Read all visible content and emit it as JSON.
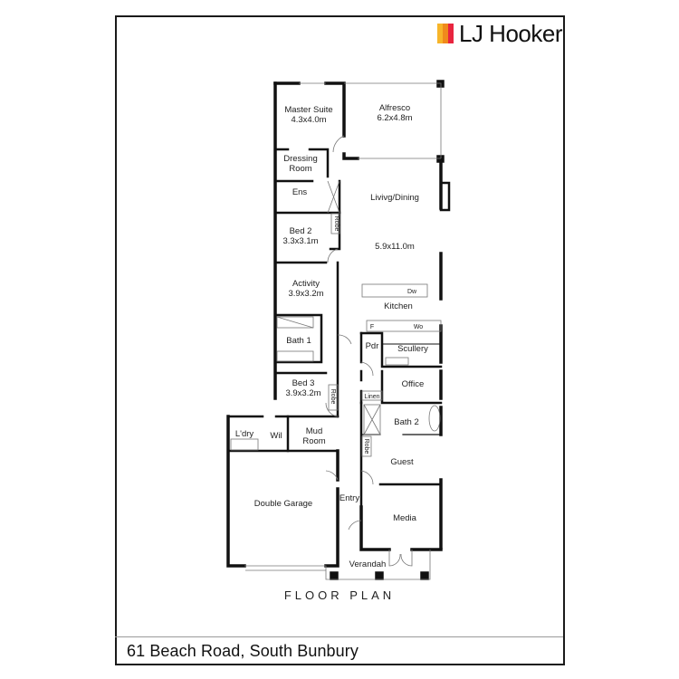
{
  "brand": {
    "name": "LJ Hooker",
    "colors": [
      "#f7b52a",
      "#f08a1c",
      "#e8253f"
    ]
  },
  "plan_title": "FLOOR PLAN",
  "address": "61 Beach Road, South Bunbury",
  "rooms": {
    "master_suite": {
      "name": "Master Suite",
      "size": "4.3x4.0m"
    },
    "alfresco": {
      "name": "Alfresco",
      "size": "6.2x4.8m"
    },
    "dressing": {
      "name1": "Dressing",
      "name2": "Room"
    },
    "ens": {
      "name": "Ens"
    },
    "living": {
      "name": "Livivg/Dining",
      "size": "5.9x11.0m"
    },
    "bed2": {
      "name": "Bed 2",
      "size": "3.3x3.1m",
      "robe": "Robe"
    },
    "activity": {
      "name": "Activity",
      "size": "3.9x3.2m"
    },
    "kitchen": {
      "name": "Kitchen",
      "dw": "Dw",
      "f": "F",
      "wo": "Wo"
    },
    "bath1": {
      "name": "Bath 1"
    },
    "pdr": {
      "name": "Pdr"
    },
    "scullery": {
      "name": "Scullery"
    },
    "bed3": {
      "name": "Bed 3",
      "size": "3.9x3.2m",
      "robe": "Robe"
    },
    "office": {
      "name": "Office"
    },
    "linen": {
      "name": "Linen"
    },
    "bath2": {
      "name": "Bath 2",
      "robe": "Robe"
    },
    "laundry": {
      "name": "L'dry"
    },
    "wil": {
      "name": "Wil"
    },
    "mud_room": {
      "name1": "Mud",
      "name2": "Room"
    },
    "guest": {
      "name": "Guest"
    },
    "double_garage": {
      "name": "Double Garage"
    },
    "entry": {
      "name": "Entry"
    },
    "media": {
      "name": "Media"
    },
    "verandah": {
      "name": "Verandah"
    }
  }
}
